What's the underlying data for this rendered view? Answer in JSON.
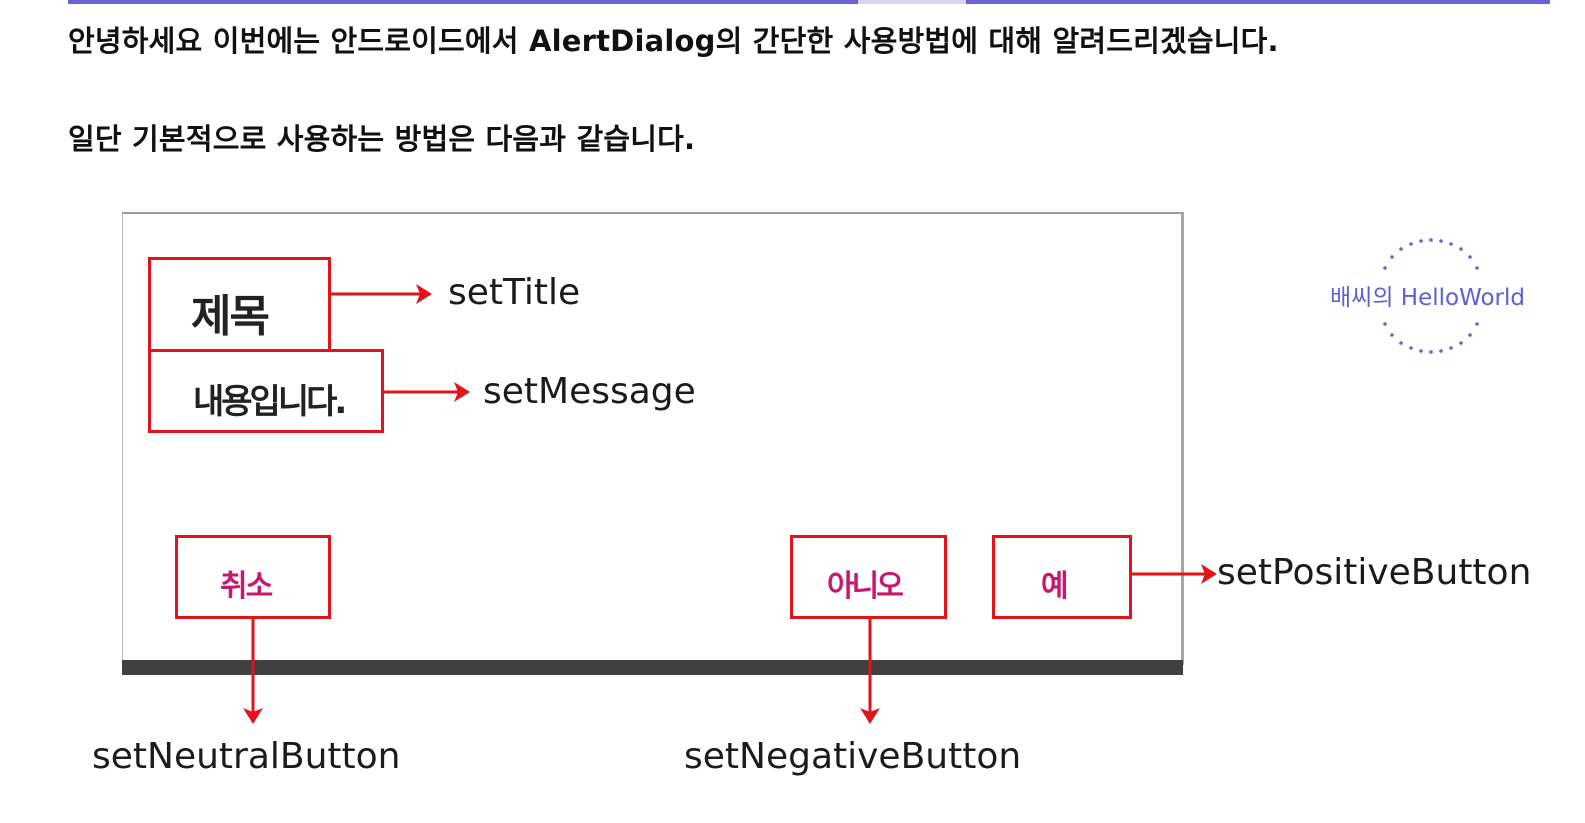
{
  "article": {
    "paragraph1": "안녕하세요 이번에는 안드로이드에서 AlertDialog의 간단한 사용방법에 대해 알려드리겠습니다.",
    "paragraph2": "일단 기본적으로 사용하는 방법은 다음과 같습니다."
  },
  "dialog": {
    "title": "제목",
    "message": "내용입니다.",
    "cancel": "취소",
    "no": "아니오",
    "yes": "예"
  },
  "labels": {
    "set_title": "setTitle",
    "set_message": "setMessage",
    "set_positive": "setPositiveButton",
    "set_neutral": "setNeutralButton",
    "set_negative": "setNegativeButton"
  },
  "watermark": {
    "text": "배씨의 HelloWorld"
  },
  "colors": {
    "accent_bar": "#6a62d6",
    "annotation_red": "#e3121b",
    "button_text": "#c8186e",
    "watermark": "#5d5fd4"
  }
}
